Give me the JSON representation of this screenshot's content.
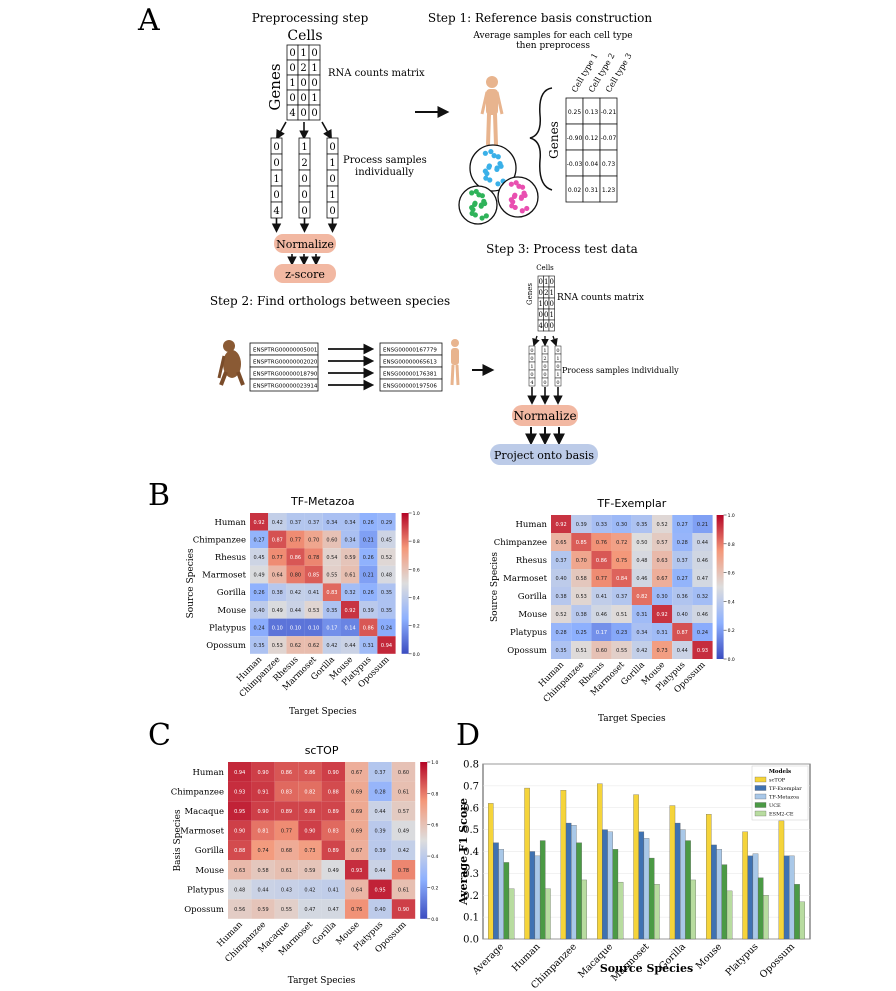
{
  "panel_letters": [
    "A",
    "B",
    "C",
    "D"
  ],
  "panel_a": {
    "preprocessing_title": "Preprocessing step",
    "cells_label": "Cells",
    "genes_label": "Genes",
    "rna_label": "RNA counts matrix",
    "matrix": [
      [
        "0",
        "1",
        "0"
      ],
      [
        "0",
        "2",
        "1"
      ],
      [
        "1",
        "0",
        "0"
      ],
      [
        "0",
        "0",
        "1"
      ],
      [
        "4",
        "0",
        "0"
      ]
    ],
    "process_label_line1": "Process samples",
    "process_label_line2": "individually",
    "normalize_label": "Normalize",
    "zscore_label": "z-score",
    "step1_title": "Step 1: Reference basis construction",
    "step1_sub_line1": "Average samples for each cell type",
    "step1_sub_line2": "then preprocess",
    "ref_col_headers": [
      "Cell type 1",
      "Cell type 2",
      "Cell type 3"
    ],
    "ref_genes_label": "Genes",
    "ref_matrix": [
      [
        "0.25",
        "0.13",
        "-0.21"
      ],
      [
        "-0.90",
        "0.12",
        "-0.07"
      ],
      [
        "-0.03",
        "0.04",
        "0.73"
      ],
      [
        "0.02",
        "0.31",
        "1.23"
      ]
    ],
    "step2_title": "Step 2: Find orthologs between species",
    "chimp_ids": [
      "ENSPTRG00000005001",
      "ENSPTRG00000002020",
      "ENSPTRG00000018790",
      "ENSPTRG00000023914"
    ],
    "human_ids": [
      "ENSG00000167779",
      "ENSG00000065613",
      "ENSG00000176381",
      "ENSG00000197506"
    ],
    "step3_title": "Step 3: Process test data",
    "test_cells_label": "Cells",
    "test_genes_label": "Genes",
    "test_rna_label": "RNA counts matrix",
    "test_process_label": "Process samples individually",
    "test_normalize_label": "Normalize",
    "project_label": "Project onto basis"
  },
  "colors": {
    "salmon": "#f2b8a2",
    "blue_pill": "#bccbe8",
    "dark_red": "#b2182b",
    "dark_blue": "#2c4fc8",
    "bar_yellow": "#f5d43a",
    "bar_darkblue": "#3f72b2",
    "bar_lightblue": "#a9c8e8",
    "bar_darkgreen": "#4b9a45",
    "bar_lightgreen": "#b8dca0"
  },
  "chart_data": [
    {
      "type": "heatmap",
      "panel": "B",
      "title": "TF-Metazoa",
      "xlabel": "Target Species",
      "ylabel": "Source Species",
      "rows": [
        "Human",
        "Chimpanzee",
        "Rhesus",
        "Marmoset",
        "Gorilla",
        "Mouse",
        "Platypus",
        "Opossum"
      ],
      "cols": [
        "Human",
        "Chimpanzee",
        "Rhesus",
        "Marmoset",
        "Gorilla",
        "Mouse",
        "Platypus",
        "Opossum"
      ],
      "values": [
        [
          0.92,
          0.42,
          0.37,
          0.37,
          0.34,
          0.34,
          0.26,
          0.29
        ],
        [
          0.27,
          0.87,
          0.77,
          0.7,
          0.6,
          0.34,
          0.21,
          0.45
        ],
        [
          0.45,
          0.77,
          0.86,
          0.78,
          0.54,
          0.59,
          0.26,
          0.52
        ],
        [
          0.49,
          0.64,
          0.8,
          0.85,
          0.55,
          0.61,
          0.21,
          0.48
        ],
        [
          0.26,
          0.38,
          0.42,
          0.41,
          0.83,
          0.32,
          0.26,
          0.35
        ],
        [
          0.4,
          0.49,
          0.44,
          0.53,
          0.35,
          0.92,
          0.39,
          0.35
        ],
        [
          0.24,
          0.1,
          0.1,
          0.1,
          0.17,
          0.14,
          0.86,
          0.24
        ],
        [
          0.35,
          0.53,
          0.62,
          0.62,
          0.42,
          0.44,
          0.31,
          0.94
        ]
      ],
      "colorbar_ticks": [
        "1.0",
        "0.8",
        "0.6",
        "0.4",
        "0.2",
        "0.0"
      ],
      "vmin": 0,
      "vmax": 1
    },
    {
      "type": "heatmap",
      "panel": "B",
      "title": "TF-Exemplar",
      "xlabel": "Target Species",
      "ylabel": "Source Species",
      "rows": [
        "Human",
        "Chimpanzee",
        "Rhesus",
        "Marmoset",
        "Gorilla",
        "Mouse",
        "Platypus",
        "Opossum"
      ],
      "cols": [
        "Human",
        "Chimpanzee",
        "Rhesus",
        "Marmoset",
        "Gorilla",
        "Mouse",
        "Platypus",
        "Opossum"
      ],
      "values": [
        [
          0.92,
          0.39,
          0.33,
          0.3,
          0.35,
          0.52,
          0.27,
          0.21
        ],
        [
          0.65,
          0.85,
          0.76,
          0.72,
          0.5,
          0.57,
          0.28,
          0.44
        ],
        [
          0.37,
          0.7,
          0.86,
          0.75,
          0.48,
          0.63,
          0.37,
          0.46
        ],
        [
          0.4,
          0.58,
          0.77,
          0.84,
          0.46,
          0.67,
          0.27,
          0.47
        ],
        [
          0.38,
          0.53,
          0.41,
          0.37,
          0.82,
          0.3,
          0.36,
          0.32
        ],
        [
          0.52,
          0.38,
          0.46,
          0.51,
          0.31,
          0.92,
          0.4,
          0.46
        ],
        [
          0.28,
          0.25,
          0.17,
          0.23,
          0.34,
          0.31,
          0.87,
          0.24
        ],
        [
          0.35,
          0.51,
          0.6,
          0.55,
          0.42,
          0.73,
          0.44,
          0.93
        ]
      ],
      "colorbar_ticks": [
        "1.0",
        "0.8",
        "0.6",
        "0.4",
        "0.2",
        "0.0"
      ],
      "vmin": 0,
      "vmax": 1
    },
    {
      "type": "heatmap",
      "panel": "C",
      "title": "scTOP",
      "xlabel": "Target Species",
      "ylabel": "Basis Species",
      "rows": [
        "Human",
        "Chimpanzee",
        "Macaque",
        "Marmoset",
        "Gorilla",
        "Mouse",
        "Platypus",
        "Opossum"
      ],
      "cols": [
        "Human",
        "Chimpanzee",
        "Macaque",
        "Marmoset",
        "Gorilla",
        "Mouse",
        "Platypus",
        "Opossum"
      ],
      "values": [
        [
          0.94,
          0.9,
          0.86,
          0.86,
          0.9,
          0.67,
          0.37,
          0.6
        ],
        [
          0.93,
          0.91,
          0.83,
          0.82,
          0.88,
          0.69,
          0.28,
          0.61
        ],
        [
          0.95,
          0.9,
          0.89,
          0.89,
          0.89,
          0.69,
          0.44,
          0.57
        ],
        [
          0.9,
          0.81,
          0.77,
          0.9,
          0.83,
          0.69,
          0.39,
          0.49
        ],
        [
          0.88,
          0.74,
          0.68,
          0.73,
          0.89,
          0.67,
          0.39,
          0.42
        ],
        [
          0.63,
          0.58,
          0.61,
          0.59,
          0.49,
          0.93,
          0.44,
          0.78
        ],
        [
          0.48,
          0.44,
          0.43,
          0.42,
          0.41,
          0.64,
          0.95,
          0.61
        ],
        [
          0.56,
          0.59,
          0.55,
          0.47,
          0.47,
          0.76,
          0.4,
          0.9
        ]
      ],
      "colorbar_ticks": [
        "1.0",
        "0.8",
        "0.6",
        "0.4",
        "0.2",
        "0.0"
      ],
      "vmin": 0,
      "vmax": 1
    },
    {
      "type": "bar",
      "panel": "D",
      "title": "",
      "xlabel": "Source Species",
      "ylabel": "Average F1 Score",
      "categories": [
        "Average",
        "Human",
        "Chimpanzee",
        "Macaque",
        "Marmoset",
        "Gorilla",
        "Mouse",
        "Platypus",
        "Opossum"
      ],
      "ylim": [
        0,
        0.8
      ],
      "yticks": [
        "0.0",
        "0.1",
        "0.2",
        "0.3",
        "0.4",
        "0.5",
        "0.6",
        "0.7",
        "0.8"
      ],
      "legend_title": "Models",
      "legend_position": "top-right",
      "series": [
        {
          "name": "scTOP",
          "color": "#f5d43a",
          "values": [
            0.62,
            0.69,
            0.68,
            0.71,
            0.66,
            0.61,
            0.57,
            0.49,
            0.54
          ]
        },
        {
          "name": "TF-Exemplar",
          "color": "#3f72b2",
          "values": [
            0.44,
            0.4,
            0.53,
            0.5,
            0.49,
            0.53,
            0.43,
            0.38,
            0.38
          ]
        },
        {
          "name": "TF-Metazoa",
          "color": "#a9c8e8",
          "values": [
            0.41,
            0.38,
            0.52,
            0.49,
            0.46,
            0.5,
            0.41,
            0.39,
            0.38
          ]
        },
        {
          "name": "UCE",
          "color": "#4b9a45",
          "values": [
            0.35,
            0.45,
            0.44,
            0.41,
            0.37,
            0.45,
            0.34,
            0.28,
            0.25
          ]
        },
        {
          "name": "ESM2-CE",
          "color": "#b8dca0",
          "values": [
            0.23,
            0.23,
            0.27,
            0.26,
            0.25,
            0.27,
            0.22,
            0.2,
            0.17
          ]
        }
      ]
    }
  ]
}
